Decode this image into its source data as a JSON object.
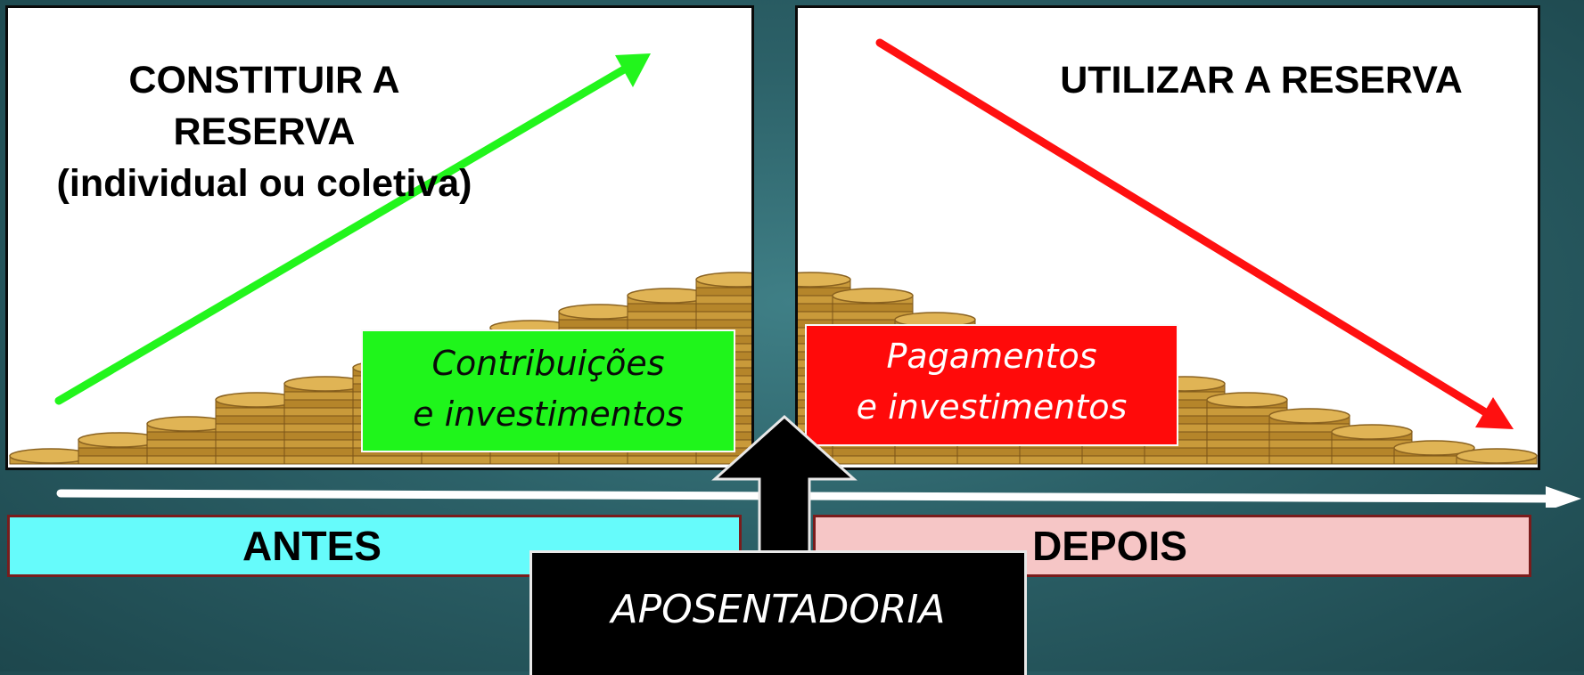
{
  "left_panel": {
    "title": "CONSTITUIR A\nRESERVA\n(individual ou coletiva)",
    "tag": "Contribuições\ne investimentos",
    "arrow_color": "#22f51c",
    "tag_color": "#1ff51b",
    "coin_heights": [
      1,
      3,
      5,
      8,
      10,
      12,
      14,
      17,
      19,
      21,
      23
    ]
  },
  "right_panel": {
    "title": "UTILIZAR A RESERVA",
    "tag": "Pagamentos\ne investimentos",
    "arrow_color": "#ff1010",
    "tag_color": "#ff0a0a",
    "coin_heights": [
      23,
      21,
      18,
      16,
      14,
      12,
      10,
      8,
      6,
      4,
      2,
      1
    ]
  },
  "timeline": {
    "before_label": "ANTES",
    "after_label": "DEPOIS",
    "before_color": "#66fbfb",
    "after_color": "#f6c6c6"
  },
  "retirement": {
    "label": "APOSENTADORIA"
  },
  "icons": [
    "coin-stack-icon",
    "up-right-arrow-icon",
    "down-right-arrow-icon",
    "timeline-arrow-icon",
    "up-arrow-icon"
  ]
}
